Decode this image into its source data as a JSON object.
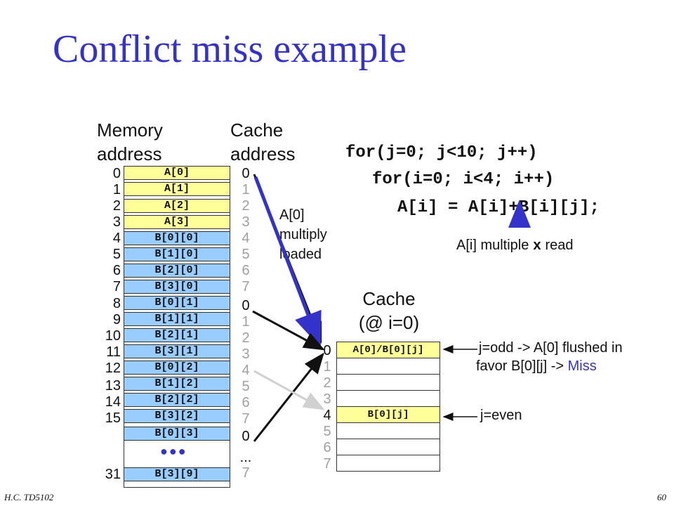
{
  "title": "Conflict miss example",
  "memory_header": [
    "Memory",
    "address"
  ],
  "cache_address_header": [
    "Cache",
    "address"
  ],
  "cache_header": [
    "Cache",
    "(@ i=0)"
  ],
  "code": {
    "line1": "for(j=0; j<10; j++)",
    "line2": "for(i=0; i<4; i++)",
    "line3": "A[i] = A[i]+B[i][j];"
  },
  "annotation_read": {
    "prefix": "A[i] multiple ",
    "x": "x",
    "suffix": " read"
  },
  "annotation_loaded": [
    "A[0]",
    "multiply",
    "loaded"
  ],
  "memory_numbers": [
    "0",
    "1",
    "2",
    "3",
    "4",
    "5",
    "6",
    "7",
    "8",
    "9",
    "10",
    "11",
    "12",
    "13",
    "14",
    "15",
    "31"
  ],
  "memory_cells": [
    "A[0]",
    "A[1]",
    "A[2]",
    "A[3]",
    "B[0][0]",
    "B[1][0]",
    "B[2][0]",
    "B[3][0]",
    "B[0][1]",
    "B[1][1]",
    "B[2][1]",
    "B[3][1]",
    "B[0][2]",
    "B[1][2]",
    "B[2][2]",
    "B[3][2]",
    "B[0][3]",
    "B[3][9]"
  ],
  "ellipsis": "●●●",
  "cache_address_numbers": [
    "0",
    "1",
    "2",
    "3",
    "4",
    "5",
    "6",
    "7",
    "0",
    "1",
    "2",
    "3",
    "4",
    "5",
    "6",
    "7",
    "0",
    "...",
    "7"
  ],
  "cache_index": [
    "0",
    "1",
    "2",
    "3",
    "4",
    "5",
    "6",
    "7"
  ],
  "cache_entry0": "A[0]/B[0][j]",
  "cache_entry4": "B[0][j]",
  "note_odd": {
    "line1": "j=odd -> A[0] flushed in",
    "line2_prefix": "favor B[0][j] -> ",
    "line2_miss": "Miss"
  },
  "note_even": "j=even",
  "footer_left": "H.C.   TD5102",
  "footer_right": "60",
  "colors": {
    "title": "#3333cc",
    "yellow": "#ffff99",
    "blue": "#99ccff",
    "arrow_blue": "#3333cc"
  }
}
